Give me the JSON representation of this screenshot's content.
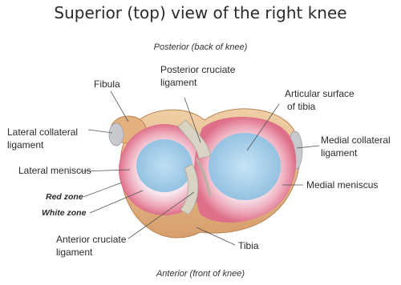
{
  "title": "Superior (top) view of the right knee",
  "posterior": "Posterior (back of knee)",
  "anterior": "Anterior (front of knee)",
  "labels": {
    "fibula": "Fibula",
    "posterior_cruciate_1": "Posterior cruciate",
    "posterior_cruciate_2": "ligament",
    "articular_surface_1": "Articular surface",
    "articular_surface_2": "of tibia",
    "lateral_collateral_1": "Lateral collateral",
    "lateral_collateral_2": "ligament",
    "medial_collateral_1": "Medial collateral",
    "medial_collateral_2": "ligament",
    "lateral_meniscus": "Lateral meniscus",
    "medial_meniscus": "Medial meniscus",
    "red_zone": "Red zone",
    "white_zone": "White zone",
    "anterior_cruciate_1": "Anterior cruciate",
    "anterior_cruciate_2": "ligament",
    "tibia": "Tibia"
  },
  "colors": {
    "tibia": "#e6b98a",
    "red_zone": "#e27a92",
    "white_zone": "#f6e3ea",
    "articular": "#a9cfe8",
    "ligament": "#cfc8b8",
    "leader": "#555555"
  }
}
